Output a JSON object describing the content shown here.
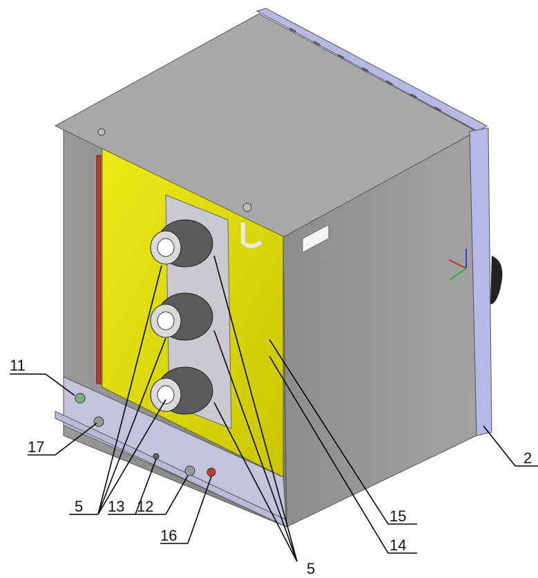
{
  "callouts": {
    "c11": "11",
    "c17": "17",
    "c5_left": "5",
    "c13": "13",
    "c12": "12",
    "c16": "16",
    "c15": "15",
    "c14": "14",
    "c5_bottom": "5",
    "c2": "2"
  },
  "colors": {
    "panel_yellow": "#e3e100",
    "housing_gray": "#9a9a9a",
    "top_gray": "#a9a9a9",
    "rail_lavender": "#b6b8e6",
    "heating_red": "#c0392b"
  }
}
